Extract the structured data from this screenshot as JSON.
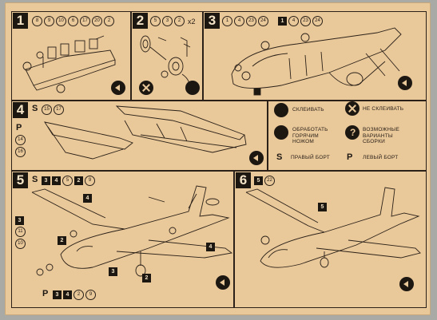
{
  "steps": [
    {
      "number": "1",
      "refs": [
        "8",
        "9",
        "10",
        "6",
        "17",
        "20",
        "2"
      ]
    },
    {
      "number": "2",
      "refs": [
        "5",
        "3",
        "2"
      ],
      "suffix": "x2"
    },
    {
      "number": "3",
      "refs_circ": [
        "1",
        "4",
        "23",
        "24"
      ],
      "refs_sq": [
        "1",
        "4",
        "23",
        "24"
      ]
    },
    {
      "number": "4",
      "side": "S",
      "refs": [
        "15",
        "17"
      ],
      "side_p": "P",
      "p_refs": [
        "14",
        "16"
      ]
    },
    {
      "number": "5",
      "side": "S",
      "refs_sq": [
        "3",
        "4"
      ],
      "refs_circ": [
        "5"
      ],
      "refs_sq2": [
        "2"
      ],
      "refs_circ2": [
        "9"
      ]
    },
    {
      "number": "6",
      "refs_sq": [
        "5"
      ],
      "refs_circ": [
        "22"
      ]
    }
  ],
  "legend": {
    "glue": "СКЛЕИВАТЬ",
    "no_glue": "НЕ СКЛЕИВАТЬ",
    "hot_knife": "ОБРАБОТАТЬ ГОРЯЧИМ НОЖОМ",
    "variants": "ВОЗМОЖНЫЕ ВАРИАНТЫ СБОРКИ",
    "right_side_letter": "S",
    "right_side": "ПРАВЫЙ БОРТ",
    "left_side_letter": "P",
    "left_side": "ЛЕВЫЙ БОРТ"
  },
  "step5_labels": {
    "bottom_side": "P",
    "bottom_sq": [
      "3",
      "4"
    ],
    "bottom_circ": [
      "2",
      "9"
    ],
    "left_sq": "3",
    "left_circ": [
      "11",
      "10"
    ],
    "callouts": [
      "4",
      "2",
      "2",
      "3",
      "4"
    ]
  },
  "icons": [
    "glue-icon",
    "no-glue-icon",
    "hot-knife-icon",
    "variants-icon",
    "next-arrow-icon"
  ]
}
